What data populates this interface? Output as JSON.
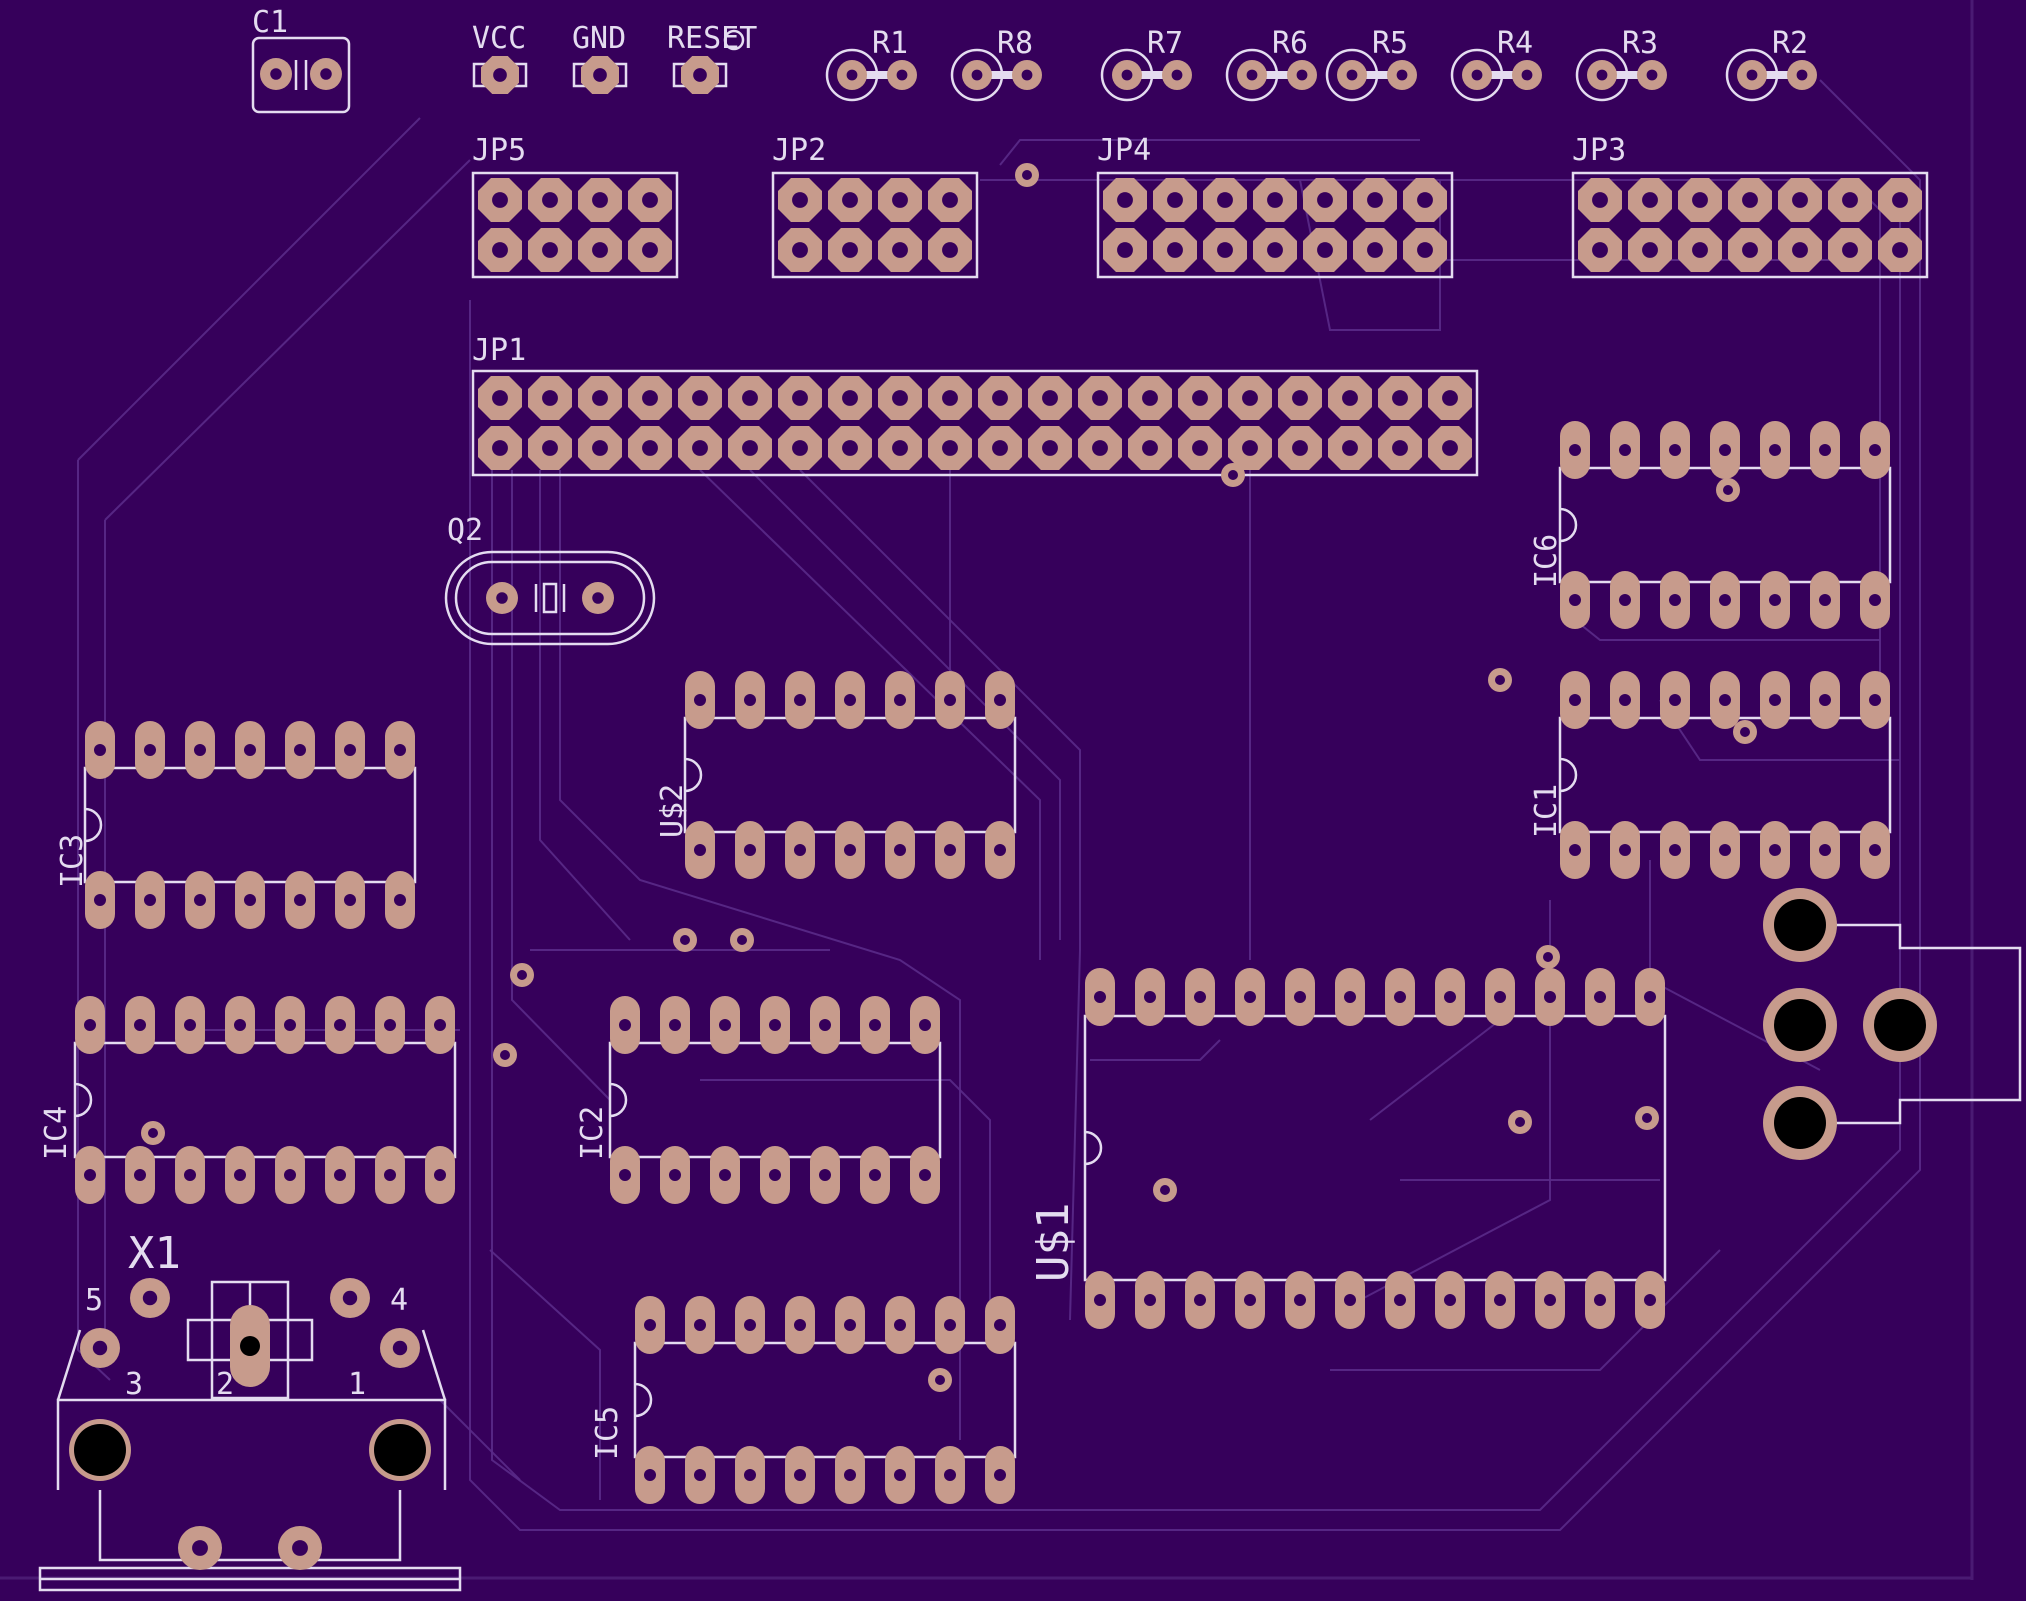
{
  "colors": {
    "board": "#36005b",
    "copper_pad": "#c79b8c",
    "silkscreen": "#e4dcf0",
    "trace": "#5a2a88"
  },
  "top_connectors": [
    "VCC",
    "GND",
    "RESET"
  ],
  "resistors": [
    "R1",
    "R8",
    "R7",
    "R6",
    "R5",
    "R4",
    "R3",
    "R2"
  ],
  "capacitor": "C1",
  "crystal": "Q2",
  "headers": [
    "JP5",
    "JP2",
    "JP4",
    "JP3",
    "JP1"
  ],
  "ics": [
    "IC6",
    "IC1",
    "IC3",
    "U$2",
    "IC4",
    "IC2",
    "U$1",
    "IC5"
  ],
  "connector_x1": {
    "name": "X1",
    "pins": [
      "5",
      "4",
      "3",
      "2",
      "1"
    ]
  }
}
